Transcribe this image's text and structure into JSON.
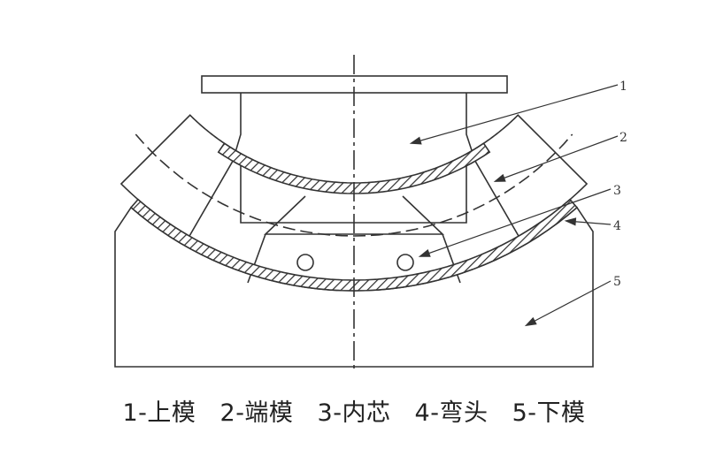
{
  "diagram": {
    "part_numbers": [
      "1",
      "2",
      "3",
      "4",
      "5"
    ],
    "legend": [
      {
        "number": "1",
        "text": "1-上模"
      },
      {
        "number": "2",
        "text": "2-端模"
      },
      {
        "number": "3",
        "text": "3-内芯"
      },
      {
        "number": "4",
        "text": "4-弯头"
      },
      {
        "number": "5",
        "text": "5-下模"
      }
    ],
    "line_color": "#333333"
  }
}
